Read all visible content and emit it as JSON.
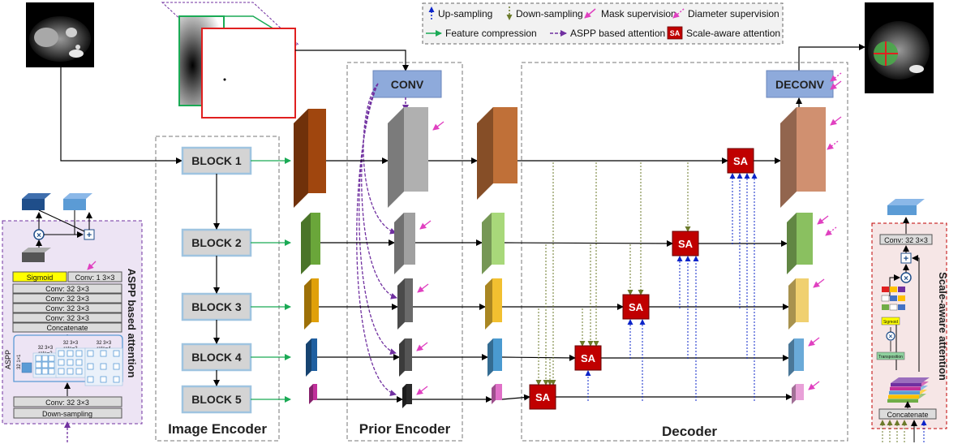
{
  "legend": {
    "up_sampling": "Up-sampling",
    "down_sampling": "Down-sampling",
    "mask_supervision": "Mask supervision",
    "diameter_supervision": "Diameter supervision",
    "feature_compression": "Feature compression",
    "aspp_attention": "ASPP based attention",
    "sa_badge": "SA",
    "scale_aware": "Scale-aware attention"
  },
  "sections": {
    "image_encoder": "Image Encoder",
    "prior_encoder": "Prior Encoder",
    "decoder": "Decoder"
  },
  "blocks": [
    "BLOCK 1",
    "BLOCK 2",
    "BLOCK 3",
    "BLOCK 4",
    "BLOCK 5"
  ],
  "conv_label": "CONV",
  "deconv_label": "DECONV",
  "sa_label": "SA",
  "aspp_panel": {
    "title": "ASPP based attention",
    "sigmoid": "Sigmoid",
    "conv_1x1": "Conv: 1 3×3",
    "conv_rows": [
      "Conv: 32 3×3",
      "Conv: 32 3×3",
      "Conv: 32 3×3",
      "Conv: 32 3×3"
    ],
    "concatenate": "Concatenate",
    "aspp": "ASPP",
    "branch_1": "32 1×1",
    "branch_2": [
      "32 3×3",
      "rate=2"
    ],
    "branch_3": [
      "32 3×3",
      "rate=3"
    ],
    "branch_4": [
      "32 3×3",
      "rate=4"
    ],
    "conv_bottom": "Conv: 32 3×3",
    "down_sampling": "Down-sampling"
  },
  "sa_panel": {
    "title": "Scale-aware attention",
    "conv": "Conv: 32 3×3",
    "sigmoid": "Sigmoid",
    "transposition": "Transposition",
    "concatenate": "Concatenate"
  },
  "colors": {
    "block_fill": "#d4d4d4",
    "block_border": "#9fc4e0",
    "conv_fill": "#8eaadb",
    "sa_fill": "#c00000",
    "feature_compression": "#1aaa55",
    "aspp_arrow": "#7030a0",
    "up_sampling": "#0b24c9",
    "down_sampling": "#6b7a2a",
    "mask_supervision": "#e040c0",
    "aspp_panel_fill": "#ede4f4",
    "sa_panel_fill": "#f6e6e6"
  }
}
